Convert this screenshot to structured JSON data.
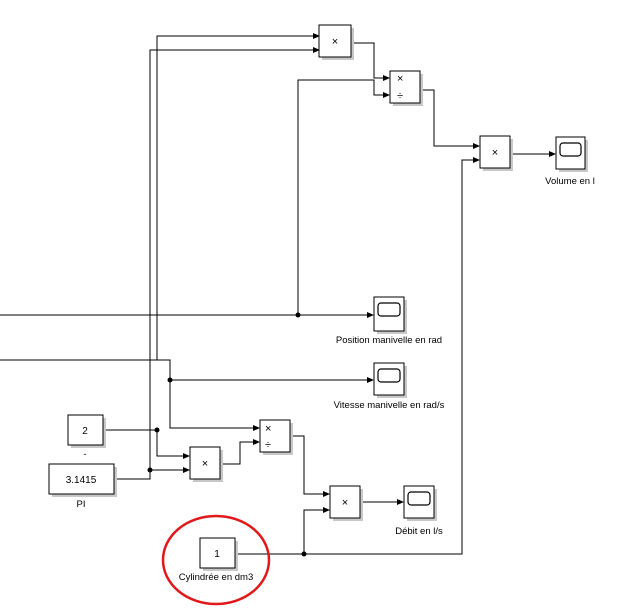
{
  "blocks": {
    "const_two": {
      "value": "2",
      "label": "-"
    },
    "const_pi": {
      "value": "3.1415",
      "label": "PI"
    },
    "const_cyl": {
      "value": "1",
      "label": "Cylindrée en dm3"
    },
    "product_top": {
      "op": "×"
    },
    "divide_top": {
      "op1": "×",
      "op2": "÷"
    },
    "product_volume": {
      "op": "×"
    },
    "product_mid": {
      "op": "×"
    },
    "divide_bottom": {
      "op1": "×",
      "op2": "÷"
    },
    "product_debit": {
      "op": "×"
    }
  },
  "scopes": {
    "volume": {
      "label": "Volume en l"
    },
    "position": {
      "label": "Position manivelle en rad"
    },
    "vitesse": {
      "label": "Vitesse manivelle en rad/s"
    },
    "debit": {
      "label": "Débit en l/s"
    }
  },
  "annotations": {
    "highlight_color": "#e0191b",
    "highlighted_block": "Cylindrée en dm3"
  }
}
